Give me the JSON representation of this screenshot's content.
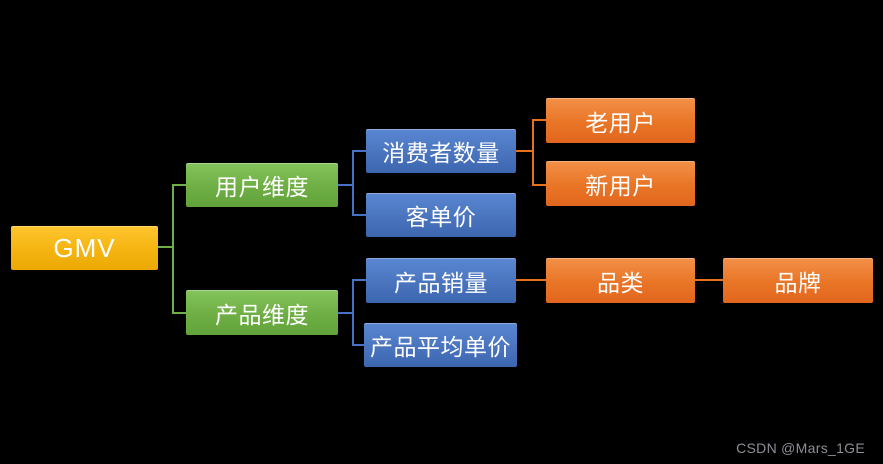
{
  "diagram": {
    "title_node": "GMV",
    "background_color": "#000000",
    "palette": {
      "gmv_fill": "#F5B411",
      "dimension_fill": "#6EAE44",
      "metric_fill": "#4A74BE",
      "leaf_fill": "#E97526",
      "connector_green": "#6FAE47",
      "connector_blue": "#4472C4",
      "connector_orange": "#E8711F",
      "text_color": "#FFFFFF"
    },
    "nodes": {
      "gmv": {
        "label": "GMV"
      },
      "user_dimension": {
        "label": "用户维度"
      },
      "product_dimension": {
        "label": "产品维度"
      },
      "consumer_count": {
        "label": "消费者数量"
      },
      "avg_order_value": {
        "label": "客单价"
      },
      "product_sales": {
        "label": "产品销量"
      },
      "product_avg_price": {
        "label": "产品平均单价"
      },
      "old_users": {
        "label": "老用户"
      },
      "new_users": {
        "label": "新用户"
      },
      "category": {
        "label": "品类"
      },
      "brand": {
        "label": "品牌"
      }
    },
    "hierarchy": {
      "GMV": {
        "用户维度": {
          "消费者数量": [
            "老用户",
            "新用户"
          ],
          "客单价": []
        },
        "产品维度": {
          "产品销量": {
            "品类": [
              "品牌"
            ]
          },
          "产品平均单价": []
        }
      }
    },
    "watermark": "CSDN @Mars_1GE"
  }
}
